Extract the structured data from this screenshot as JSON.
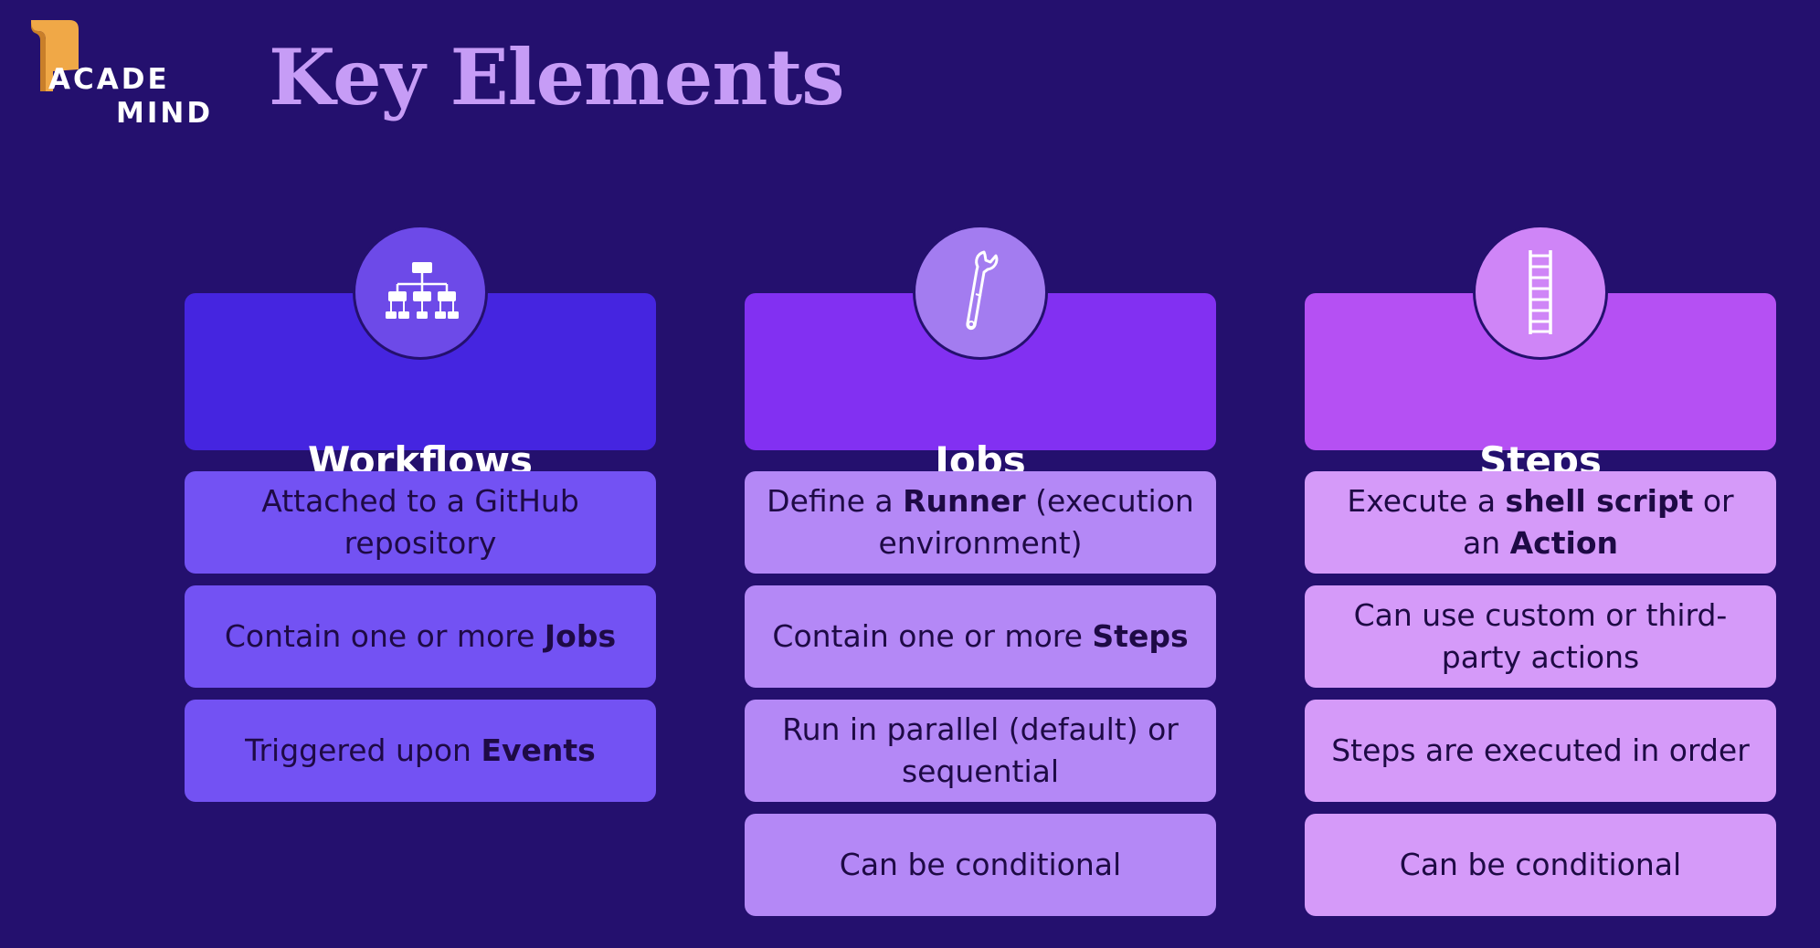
{
  "logo": {
    "line1": "ACADE",
    "line2": "MIND"
  },
  "title": "Key Elements",
  "columns": [
    {
      "title": "Workflows",
      "icon": "hierarchy-icon",
      "items": [
        [
          "Attached to a GitHub repository"
        ],
        [
          "Contain one or more ",
          {
            "b": "Jobs"
          }
        ],
        [
          "Triggered upon ",
          {
            "b": "Events"
          }
        ]
      ]
    },
    {
      "title": "Jobs",
      "icon": "wrench-icon",
      "items": [
        [
          "Define a ",
          {
            "b": "Runner"
          },
          " (execution environment)"
        ],
        [
          "Contain one or more ",
          {
            "b": "Steps"
          }
        ],
        [
          "Run in parallel (default) or sequential"
        ],
        [
          "Can be conditional"
        ]
      ]
    },
    {
      "title": "Steps",
      "icon": "ladder-icon",
      "items": [
        [
          "Execute a ",
          {
            "b": "shell script"
          },
          " or an ",
          {
            "b": "Action"
          }
        ],
        [
          "Can use custom or third-party actions"
        ],
        [
          "Steps are executed in order"
        ],
        [
          "Can be conditional"
        ]
      ]
    }
  ],
  "colors": {
    "background": "#24106e",
    "title": "#c69cf6",
    "workflows_header": "#4525e0",
    "workflows_item": "#7352f3",
    "jobs_header": "#8230f2",
    "jobs_item": "#b488f6",
    "steps_header": "#b550f3",
    "steps_item": "#d59af9",
    "item_text": "#1e0a45"
  }
}
